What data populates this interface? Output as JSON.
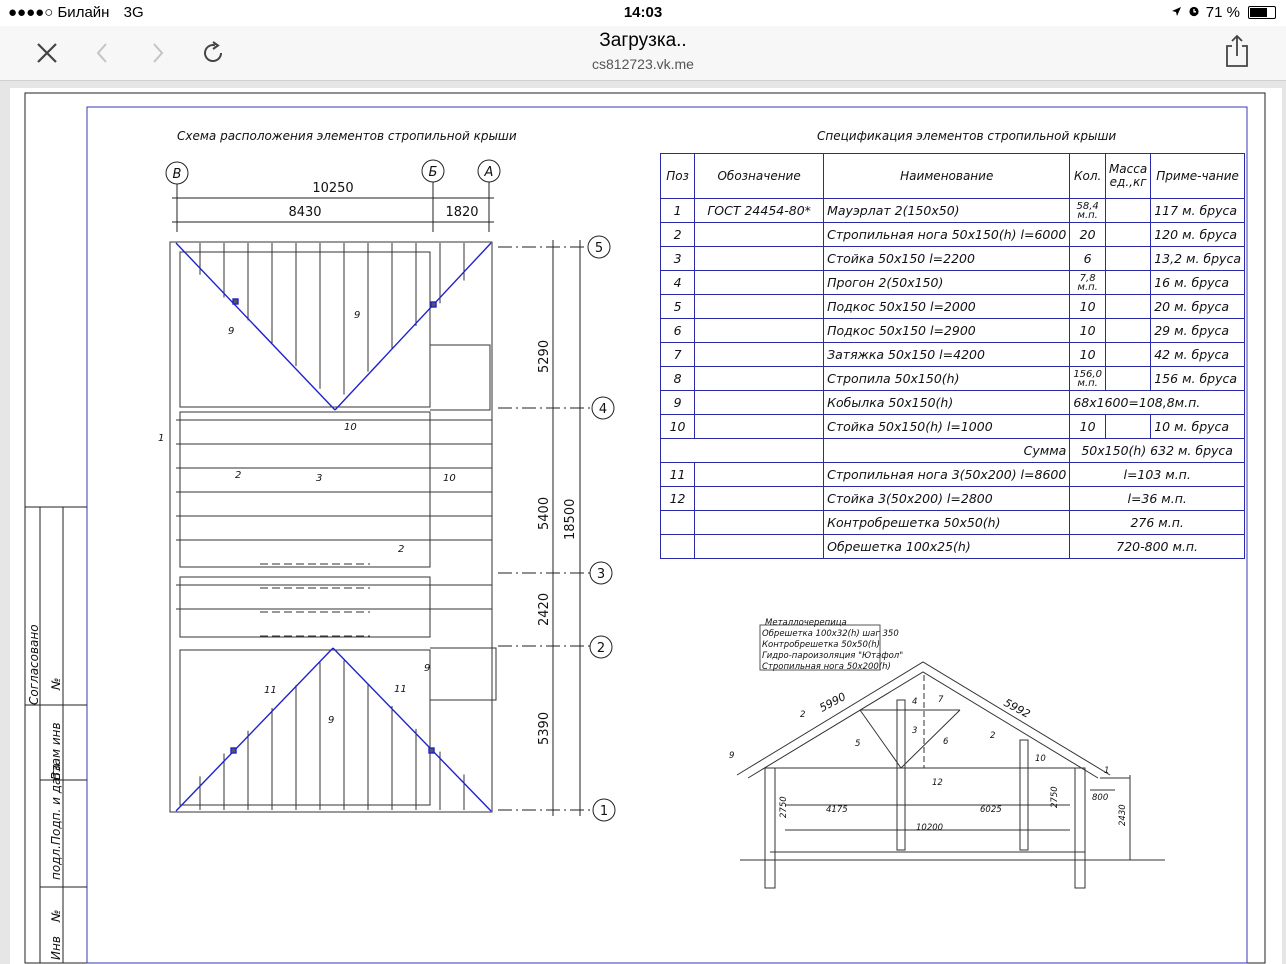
{
  "status": {
    "carrier": "●●●●○ Билайн",
    "network": "3G",
    "time": "14:03",
    "battery": "71 %",
    "battery_level": 0.71
  },
  "nav": {
    "page_title": "Загрузка..",
    "url": "cs812723.vk.me"
  },
  "drawing": {
    "plan_title": "Схема расположения элементов стропильной крыши",
    "spec_title": "Спецификация элементов стропильной крыши",
    "axes_letters": [
      "В",
      "Б",
      "А"
    ],
    "axes_numbers": [
      "5",
      "4",
      "3",
      "2",
      "1"
    ],
    "dims_top": [
      "10250",
      "8430",
      "1820"
    ],
    "dims_side": [
      "5290",
      "5400",
      "18500",
      "2420",
      "5390"
    ],
    "plan_labels": [
      "9",
      "9",
      "1",
      "2",
      "10",
      "3",
      "10",
      "2",
      "11",
      "11",
      "9",
      "9"
    ],
    "side_stamp": [
      "Согласовано",
      "№",
      "Взам инв",
      "подл.Подп. и дата",
      "№",
      "Инв"
    ],
    "roof_layers": [
      "Металлочерепица",
      "Обрешетка 100х32(h) шаг 350",
      "Контробрешетка 50х50(h)",
      "Гидро-пароизоляция \"Ютафол\"",
      "Стропильная нога 50х200(h)"
    ],
    "section_labels": [
      "5990",
      "5992",
      "2",
      "1",
      "4",
      "7",
      "3",
      "5",
      "6",
      "2",
      "10",
      "12",
      "9",
      "2750",
      "4175",
      "6025",
      "10200",
      "2750",
      "800",
      "2430"
    ]
  },
  "table": {
    "headers": [
      "Поз",
      "Обозначение",
      "Наименование",
      "Кол.",
      "Масса ед.,кг",
      "Приме-чание"
    ],
    "rows": [
      {
        "pos": "1",
        "code": "ГОСТ 24454-80*",
        "name": "Мауэрлат 2(150х50)",
        "qty": "58,4 м.п.",
        "mass": "",
        "note": "117 м. бруса"
      },
      {
        "pos": "2",
        "code": "",
        "name": "Стропильная нога 50х150(h) l=6000",
        "qty": "20",
        "mass": "",
        "note": "120 м. бруса"
      },
      {
        "pos": "3",
        "code": "",
        "name": "Стойка 50х150  l=2200",
        "qty": "6",
        "mass": "",
        "note": "13,2 м. бруса"
      },
      {
        "pos": "4",
        "code": "",
        "name": "Прогон 2(50х150)",
        "qty": "7,8 м.п.",
        "mass": "",
        "note": "16 м. бруса"
      },
      {
        "pos": "5",
        "code": "",
        "name": "Подкос 50х150  l=2000",
        "qty": "10",
        "mass": "",
        "note": "20 м. бруса"
      },
      {
        "pos": "6",
        "code": "",
        "name": "Подкос 50х150  l=2900",
        "qty": "10",
        "mass": "",
        "note": "29 м. бруса"
      },
      {
        "pos": "7",
        "code": "",
        "name": "Затяжка 50х150  l=4200",
        "qty": "10",
        "mass": "",
        "note": "42 м. бруса"
      },
      {
        "pos": "8",
        "code": "",
        "name": "Стропила  50х150(h)",
        "qty": "156,0 м.п.",
        "mass": "",
        "note": "156 м. бруса"
      },
      {
        "pos": "9",
        "code": "",
        "name": "Кобылка 50х150(h)",
        "qty": "68х1600=108,8м.п.",
        "mass": "",
        "note": ""
      },
      {
        "pos": "10",
        "code": "",
        "name": "Стойка 50х150(h) l=1000",
        "qty": "10",
        "mass": "",
        "note": "10 м. бруса"
      }
    ],
    "sum_label": "Сумма",
    "sum_value": "50х150(h)  632 м. бруса",
    "extra_rows": [
      {
        "pos": "11",
        "name": "Стропильная нога 3(50х200) l=8600",
        "value": "l=103 м.п."
      },
      {
        "pos": "12",
        "name": "Стойка 3(50х200) l=2800",
        "value": "l=36 м.п."
      },
      {
        "pos": "",
        "name": "Контробрешетка 50х50(h)",
        "value": "276 м.п."
      },
      {
        "pos": "",
        "name": "Обрешетка 100х25(h)",
        "value": "720-800 м.п."
      }
    ]
  }
}
